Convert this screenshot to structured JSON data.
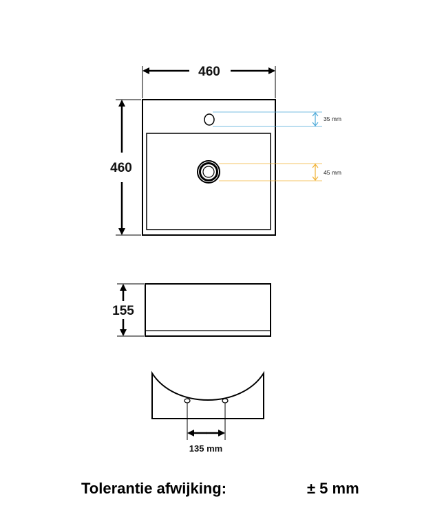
{
  "top_view": {
    "width_label": "460",
    "depth_label": "460",
    "tap_hole_offset": "35 mm",
    "drain_offset": "45 mm",
    "colors": {
      "tap_dim": "#4aa8d8",
      "drain_dim": "#f0b030"
    }
  },
  "front_view": {
    "height_label": "155"
  },
  "back_view": {
    "mounting_spacing": "135 mm"
  },
  "footer": {
    "tolerance_label": "Tolerantie afwijking:",
    "tolerance_value": "± 5 mm"
  }
}
